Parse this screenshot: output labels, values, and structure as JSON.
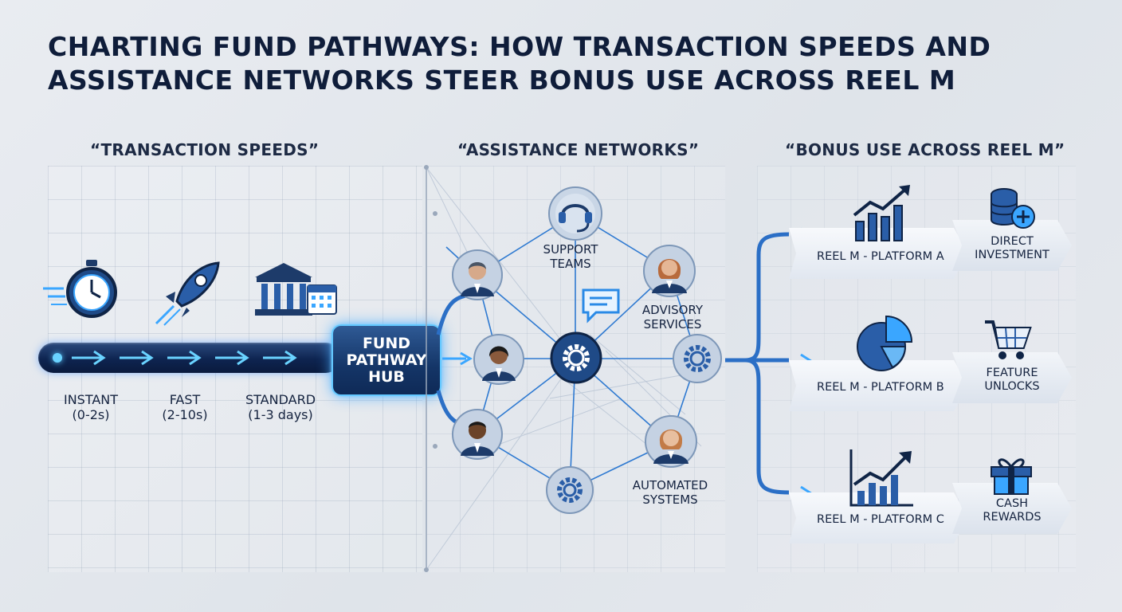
{
  "title": {
    "line1": "CHARTING FUND PATHWAYS: HOW TRANSACTION SPEEDS AND",
    "line2": "ASSISTANCE NETWORKS STEER BONUS USE ACROSS REEL M"
  },
  "sections": {
    "speeds": "“TRANSACTION SPEEDS”",
    "networks": "“ASSISTANCE NETWORKS”",
    "bonus": "“BONUS USE ACROSS REEL M”"
  },
  "speeds": [
    {
      "label": "INSTANT\n(0-2s)",
      "icon": "stopwatch-icon"
    },
    {
      "label": "FAST\n(2-10s)",
      "icon": "rocket-icon"
    },
    {
      "label": "STANDARD\n(1-3 days)",
      "icon": "bank-calendar-icon"
    }
  ],
  "hub": {
    "label": "FUND\nPATHWAY\nHUB"
  },
  "network": {
    "support": "SUPPORT\nTEAMS",
    "advisory": "ADVISORY\nSERVICES",
    "automated": "AUTOMATED\nSYSTEMS"
  },
  "platforms": [
    {
      "label": "REEL M - PLATFORM A",
      "benefit": "DIRECT\nINVESTMENT",
      "icon": "growth-bar-chart-icon",
      "benefit_icon": "coins-plus-icon"
    },
    {
      "label": "REEL M - PLATFORM B",
      "benefit": "FEATURE\nUNLOCKS",
      "icon": "pie-chart-icon",
      "benefit_icon": "shopping-cart-icon"
    },
    {
      "label": "REEL M - PLATFORM C",
      "benefit": "CASH\nREWARDS",
      "icon": "trend-chart-icon",
      "benefit_icon": "gift-icon"
    }
  ],
  "colors": {
    "navy": "#0f1d3a",
    "accent": "#3aa6ff",
    "glow": "#63c8ff",
    "node_fill": "#3b6aa6"
  }
}
